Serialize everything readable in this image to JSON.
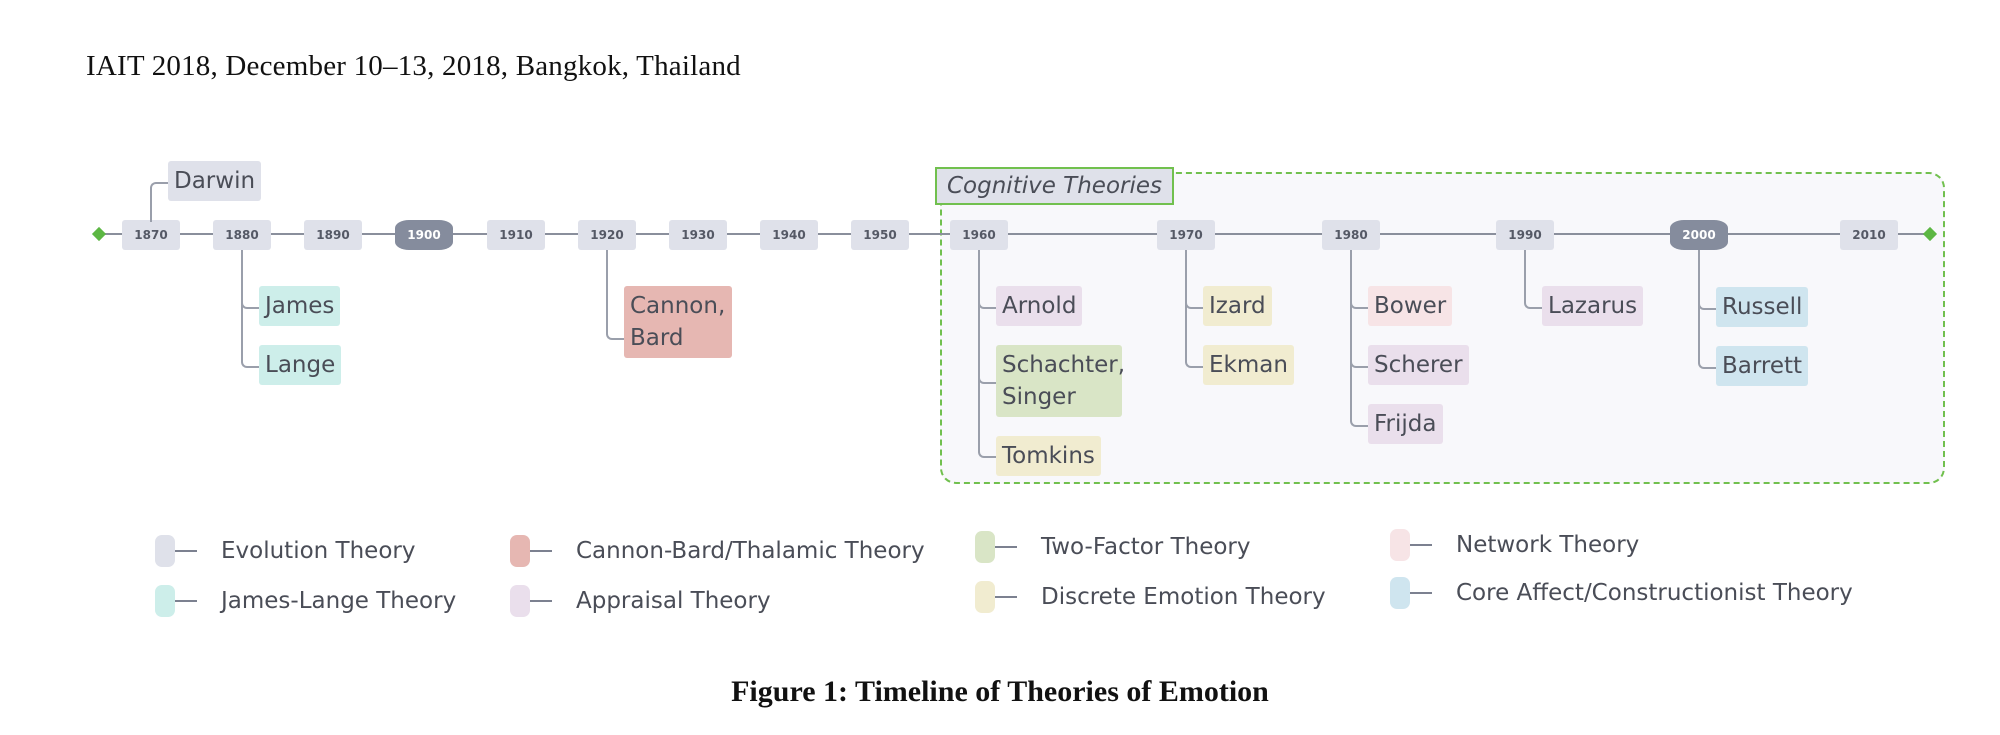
{
  "header": "IAIT 2018, December 10–13, 2018, Bangkok, Thailand",
  "caption": "Figure 1: Timeline of Theories of Emotion",
  "group": {
    "label": "Cognitive Theories"
  },
  "colors": {
    "evolution": "#dfe1ea",
    "james_lange": "#cdeeea",
    "cannon_bard": "#e6b7b2",
    "appraisal": "#eadfec",
    "two_factor": "#d9e5c6",
    "discrete": "#f1ecd0",
    "network": "#f7e4e6",
    "core_affect": "#cfe5ef",
    "accent": "#71c04e"
  },
  "years": [
    "1870",
    "1880",
    "1890",
    "1900",
    "1910",
    "1920",
    "1930",
    "1940",
    "1950",
    "1960",
    "1970",
    "1980",
    "1990",
    "2000",
    "2010"
  ],
  "nodes": {
    "darwin": "Darwin",
    "james": "James",
    "lange": "Lange",
    "cannon_bard": "Cannon,\nBard",
    "arnold": "Arnold",
    "schachter_singer": "Schachter,\nSinger",
    "tomkins": "Tomkins",
    "izard": "Izard",
    "ekman": "Ekman",
    "bower": "Bower",
    "scherer": "Scherer",
    "frijda": "Frijda",
    "lazarus": "Lazarus",
    "russell": "Russell",
    "barrett": "Barrett"
  },
  "legend": [
    {
      "label": "Evolution Theory",
      "color": "#dfe1ea"
    },
    {
      "label": "James-Lange Theory",
      "color": "#cdeeea"
    },
    {
      "label": "Cannon-Bard/Thalamic Theory",
      "color": "#e6b7b2"
    },
    {
      "label": "Appraisal Theory",
      "color": "#eadfec"
    },
    {
      "label": "Two-Factor Theory",
      "color": "#d9e5c6"
    },
    {
      "label": "Discrete Emotion Theory",
      "color": "#f1ecd0"
    },
    {
      "label": "Network Theory",
      "color": "#f7e4e6"
    },
    {
      "label": "Core Affect/Constructionist Theory",
      "color": "#cfe5ef"
    }
  ]
}
